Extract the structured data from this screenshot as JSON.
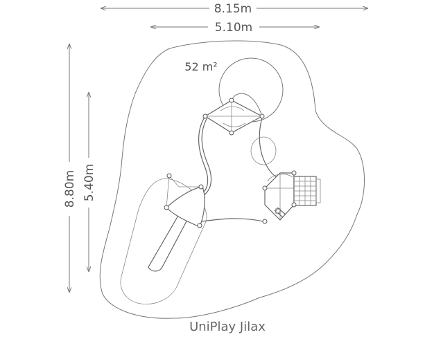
{
  "diagram": {
    "top_dimension": "8.15m",
    "inner_top_dimension": "5.10m",
    "left_dimension": "8.80m",
    "inner_left_dimension": "5.40m",
    "area_label": "52 m²",
    "product_name": "UniPlay Jilax",
    "colors": {
      "line": "#777777",
      "text": "#555555",
      "background": "#ffffff"
    }
  }
}
